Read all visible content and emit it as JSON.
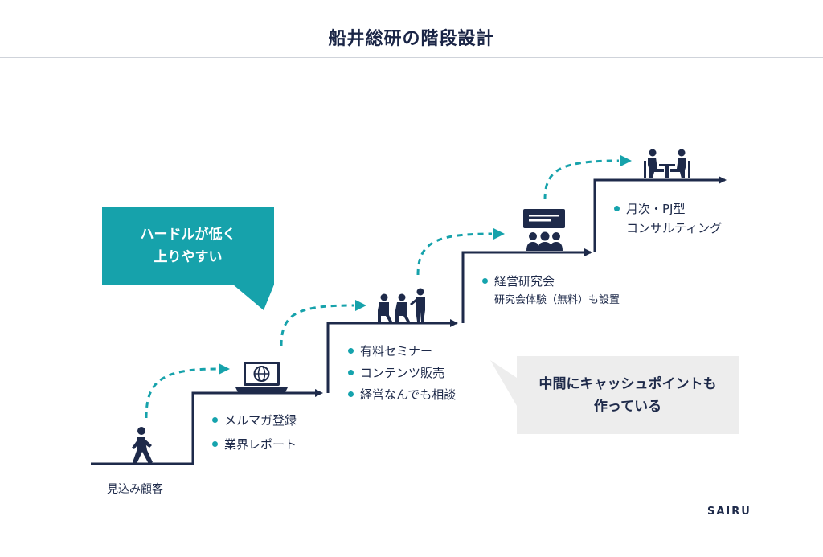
{
  "title": "船井総研の階段設計",
  "prospect_label": "見込み顧客",
  "callouts": {
    "easy": [
      "ハードルが低く",
      "上りやすい"
    ],
    "cash": [
      "中間にキャッシュポイントも",
      "作っている"
    ]
  },
  "steps": [
    {
      "items": [
        "メルマガ登録",
        "業界レポート"
      ]
    },
    {
      "items": [
        "有料セミナー",
        "コンテンツ販売",
        "経営なんでも相談"
      ]
    },
    {
      "items": [
        "経営研究会"
      ],
      "sub": "研究会体験（無料）も設置"
    },
    {
      "items": [
        "月次・PJ型",
        "コンサルティング"
      ]
    }
  ],
  "icons": [
    "walking-person-icon",
    "laptop-globe-icon",
    "seminar-audience-icon",
    "meeting-group-icon",
    "consultation-table-icon"
  ],
  "colors": {
    "navy": "#1e2a4a",
    "teal": "#16a2ab",
    "gray": "#ededed"
  },
  "brand": "SAIRU"
}
